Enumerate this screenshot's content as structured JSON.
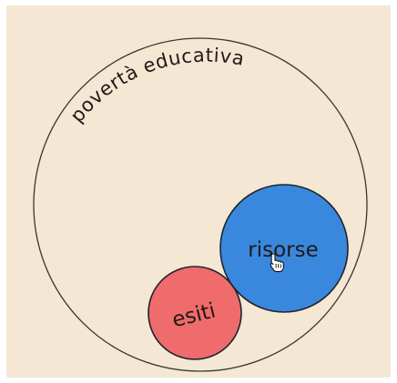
{
  "diagram": {
    "outer_circle": {
      "label": "povertà educativa",
      "stroke_color": "#3a3531"
    },
    "circles": [
      {
        "id": "risorse",
        "label": "risorse",
        "fill": "#3a88de",
        "stroke": "#1f2430"
      },
      {
        "id": "esiti",
        "label": "esiti",
        "fill": "#ef6b6c",
        "stroke": "#1f2430"
      }
    ],
    "cursor_icon": "hand-pointer-icon"
  },
  "colors": {
    "background": "#f4e7d3",
    "frame_outer": "#ffffff"
  }
}
